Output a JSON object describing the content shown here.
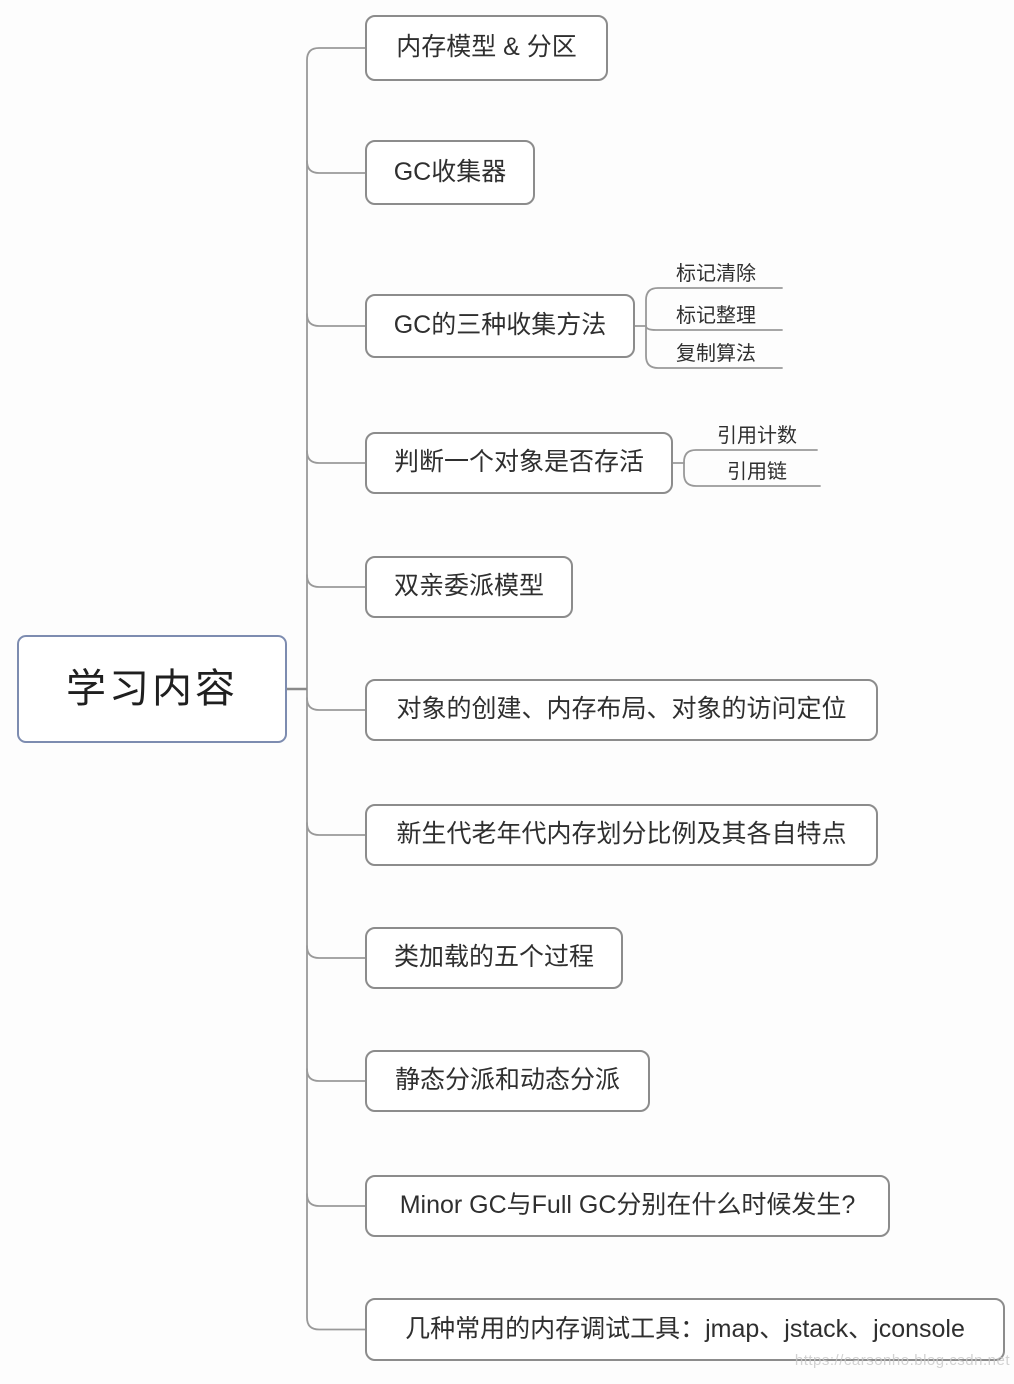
{
  "root": {
    "label": "学习内容"
  },
  "branches": [
    {
      "label": "内存模型 & 分区"
    },
    {
      "label": "GC收集器"
    },
    {
      "label": "GC的三种收集方法",
      "children": [
        {
          "label": "标记清除"
        },
        {
          "label": "标记整理"
        },
        {
          "label": "复制算法"
        }
      ]
    },
    {
      "label": "判断一个对象是否存活",
      "children": [
        {
          "label": "引用计数"
        },
        {
          "label": "引用链"
        }
      ]
    },
    {
      "label": "双亲委派模型"
    },
    {
      "label": "对象的创建、内存布局、对象的访问定位"
    },
    {
      "label": "新生代老年代内存划分比例及其各自特点"
    },
    {
      "label": "类加载的五个过程"
    },
    {
      "label": "静态分派和动态分派"
    },
    {
      "label": "Minor GC与Full GC分别在什么时候发生?"
    },
    {
      "label": "几种常用的内存调试工具：jmap、jstack、jconsole"
    }
  ],
  "watermark": "https://carsonho.blog.csdn.net",
  "colors": {
    "root_border": "#7d8cb0",
    "node_border": "#8c8c8c",
    "connector": "#999999",
    "text": "#2f2f2f",
    "watermark": "#c8c8c8"
  }
}
